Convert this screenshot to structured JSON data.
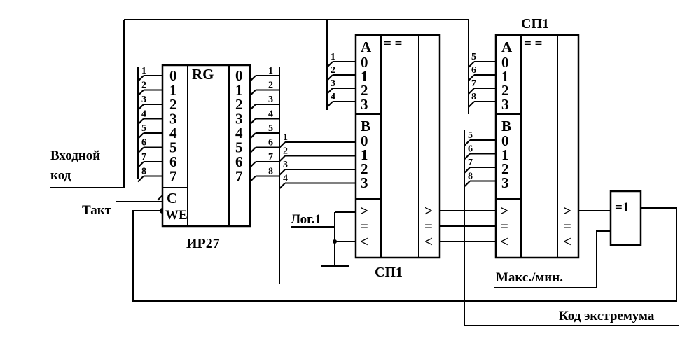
{
  "register": {
    "title": "RG",
    "caption": "ИР27",
    "inputs": [
      "0",
      "1",
      "2",
      "3",
      "4",
      "5",
      "6",
      "7"
    ],
    "outputs": [
      "0",
      "1",
      "2",
      "3",
      "4",
      "5",
      "6",
      "7"
    ],
    "input_pin_numbers": [
      "1",
      "2",
      "3",
      "4",
      "5",
      "6",
      "7",
      "8"
    ],
    "output_pin_numbers": [
      "1",
      "2",
      "3",
      "4",
      "5",
      "6",
      "7",
      "8"
    ],
    "clock_label": "C",
    "write_enable_label": "WE"
  },
  "comparator_1": {
    "caption": "СП1",
    "header_symbol": "= =",
    "a_label": "A",
    "b_label": "B",
    "a_bits": [
      "0",
      "1",
      "2",
      "3"
    ],
    "b_bits": [
      "0",
      "1",
      "2",
      "3"
    ],
    "a_pin_numbers": [
      "1",
      "2",
      "3",
      "4"
    ],
    "b_pin_numbers": [
      "1",
      "2",
      "3",
      "4"
    ],
    "compare_inputs": [
      ">",
      "=",
      "<"
    ],
    "compare_outputs": [
      ">",
      "=",
      "<"
    ]
  },
  "comparator_2": {
    "caption": "СП1",
    "header_symbol": "= =",
    "a_label": "A",
    "b_label": "B",
    "a_bits": [
      "0",
      "1",
      "2",
      "3"
    ],
    "b_bits": [
      "0",
      "1",
      "2",
      "3"
    ],
    "a_pin_numbers": [
      "5",
      "6",
      "7",
      "8"
    ],
    "b_pin_numbers": [
      "5",
      "6",
      "7",
      "8"
    ],
    "compare_inputs": [
      ">",
      "=",
      "<"
    ],
    "compare_outputs": [
      ">",
      "=",
      "<"
    ]
  },
  "xor_gate": {
    "symbol": "=1"
  },
  "labels": {
    "input_code_line1": "Входной",
    "input_code_line2": "код",
    "clock": "Такт",
    "logic_one": "Лог.1",
    "max_min": "Макс./мин.",
    "extremum_code": "Код экстремума"
  }
}
